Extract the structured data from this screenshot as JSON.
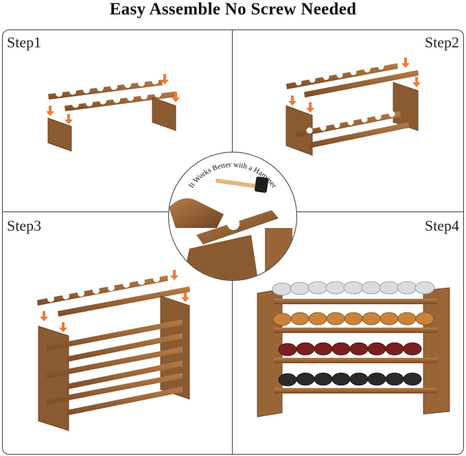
{
  "title": "Easy Assemble No Screw Needed",
  "steps": [
    {
      "label": "Step1"
    },
    {
      "label": "Step2"
    },
    {
      "label": "Step3"
    },
    {
      "label": "Step4"
    }
  ],
  "tip": "It Works Better with a Hammer",
  "colors": {
    "wood_light": "#a8703e",
    "wood_dark": "#6e4424",
    "arrow": "#ef7a3a",
    "border": "#3a3a3a"
  }
}
